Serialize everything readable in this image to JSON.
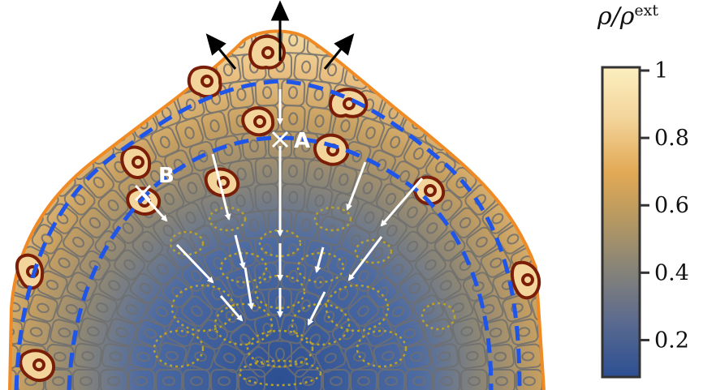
{
  "colorbar": {
    "title_main": "ρ/ρ",
    "title_sup": "ext",
    "ticks": [
      "1",
      "0.8",
      "0.6",
      "0.4",
      "0.2"
    ],
    "tick_values": [
      1,
      0.8,
      0.6,
      0.4,
      0.2
    ],
    "range": [
      0.1,
      1.0
    ],
    "colors": [
      "#2c4f93",
      "#5b6a8f",
      "#8a8576",
      "#b99a60",
      "#e2a955",
      "#f3d59c",
      "#fcefbf"
    ]
  },
  "points": {
    "a": "A",
    "b": "B"
  },
  "colors": {
    "tissue_edge": "#f08a24",
    "dashed_boundary": "#1f55e8",
    "inward_arrows": "#ffffff",
    "outward_arrows": "#000000",
    "dividing_cell_outline": "#7a1e08",
    "inner_cells_dotted": "#b9a22a",
    "cell_outline": "#6f6f6f"
  }
}
